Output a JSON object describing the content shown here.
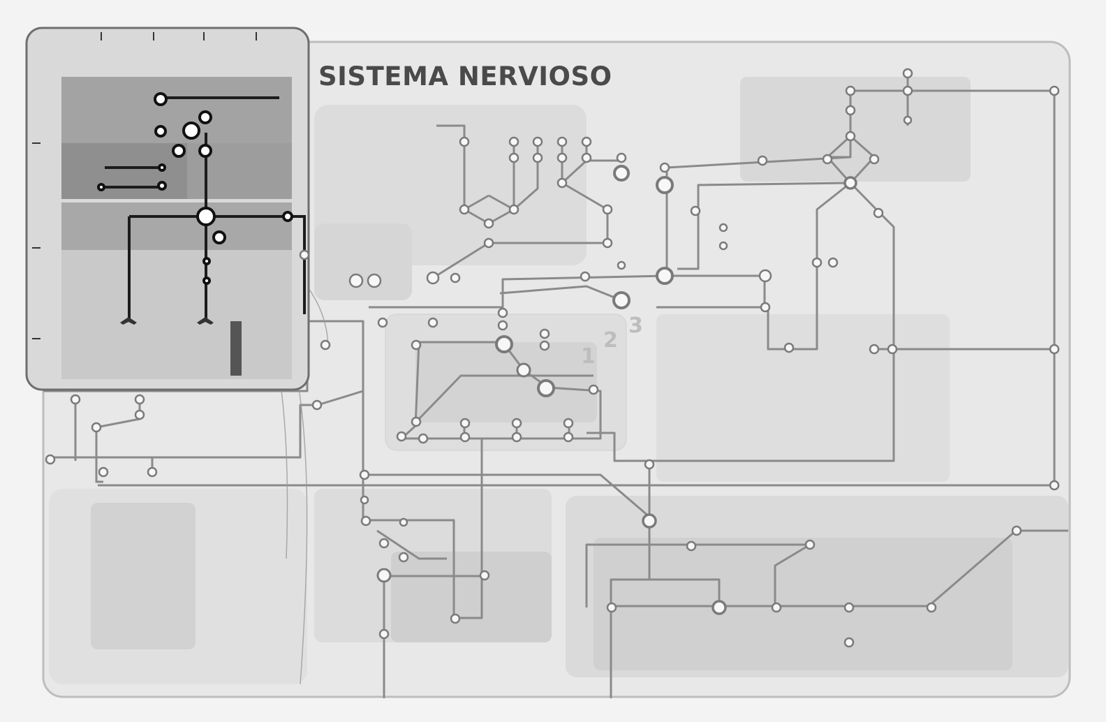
{
  "diagram": {
    "title": "SISTEMA NERVIOSO",
    "zone_labels": [
      "1",
      "2",
      "3"
    ]
  },
  "colors": {
    "paper": "#f3f3f3",
    "panel": "#e6e6e6",
    "panel_border": "#bdbdbd",
    "dark_block": "#9e9e9e",
    "mid_block": "#c4c4c4",
    "light_block": "#d8d8d8",
    "line": "#8a8a8a",
    "line_dark": "#1c1c1c",
    "title": "#4a4a4a",
    "zone_label": "#bdbdbd"
  }
}
